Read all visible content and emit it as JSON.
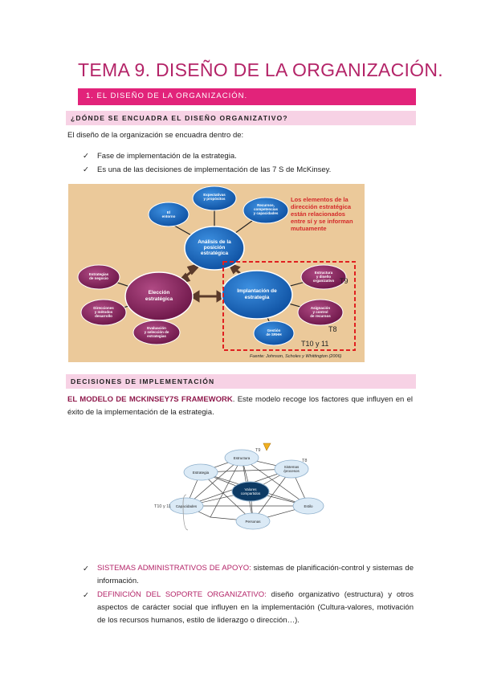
{
  "title": "TEMA 9. DISEÑO DE LA ORGANIZACIÓN.",
  "section1": "1.   EL DISEÑO DE LA ORGANIZACIÓN.",
  "section2": "¿DÓNDE SE ENCUADRA EL DISEÑO ORGANIZATIVO?",
  "intro": "El diseño de la organización se encuadra dentro de:",
  "bullets1": [
    "Fase de implementación de la estrategia.",
    "Es una de las decisiones de implementación de las 7 S de McKinsey."
  ],
  "diagram1": {
    "nodes": {
      "entorno": "El entorno",
      "expectativas": "Expectativas y propósitos",
      "recursos": "Recursos, competencias y capacidades",
      "analisis": "Análisis de la posición estratégica",
      "estrategias": "Estrategias de negocio",
      "eleccion": "Elección estratégica",
      "direcciones": "Direcciones y métodos desarrollo",
      "evaluacion": "Evaluación y selección de estrategias",
      "implantacion": "Implantación de estrategia",
      "estructura": "Estructura y diseño organizativo",
      "asignacion": "Asignación y control de recursos",
      "gestion": "Gestión de SRHH"
    },
    "note": "Los elementos de la dirección estratégica están relacionados entre sí y se informan mutuamente",
    "tags": {
      "t9": "T9",
      "t8": "T8",
      "t1011": "T10 y 11"
    },
    "source": "Fuente: Johnson, Scholes y Whittington (2006)"
  },
  "section3": "DECISIONES DE IMPLEMENTACIÓN",
  "mckinsey_bold": "EL MODELO DE MCKINSEY7S FRAMEWORK",
  "mckinsey_text": ". Este modelo recoge los factores que influyen en el éxito de la implementación de la estrategia.",
  "diagram2": {
    "center": "Valores compartidos",
    "nodes": {
      "estructura": "Estructura",
      "estrategia": "Estrategia",
      "sistemas": "Sistemas /procesos",
      "capacidades": "Capacidades",
      "estilo": "Estilo",
      "personas": "Personas"
    },
    "tags": {
      "t9": "T9",
      "t8": "T8",
      "t1011": "T10 y 11"
    }
  },
  "bullets2": [
    {
      "head": "SISTEMAS ADMINISTRATIVOS DE APOYO:",
      "text": " sistemas de planificación-control y sistemas de información."
    },
    {
      "head": "DEFINICIÓN DEL SOPORTE ORGANIZATIVO:",
      "text": " diseño organizativo (estructura) y otros aspectos de carácter social que influyen en la implementación (Cultura-valores, motivación de los recursos humanos, estilo de liderazgo o dirección…)."
    }
  ],
  "colors": {
    "accent": "#e2237a",
    "title": "#b42468",
    "band": "#f7d2e5"
  },
  "checkmark": "✓"
}
